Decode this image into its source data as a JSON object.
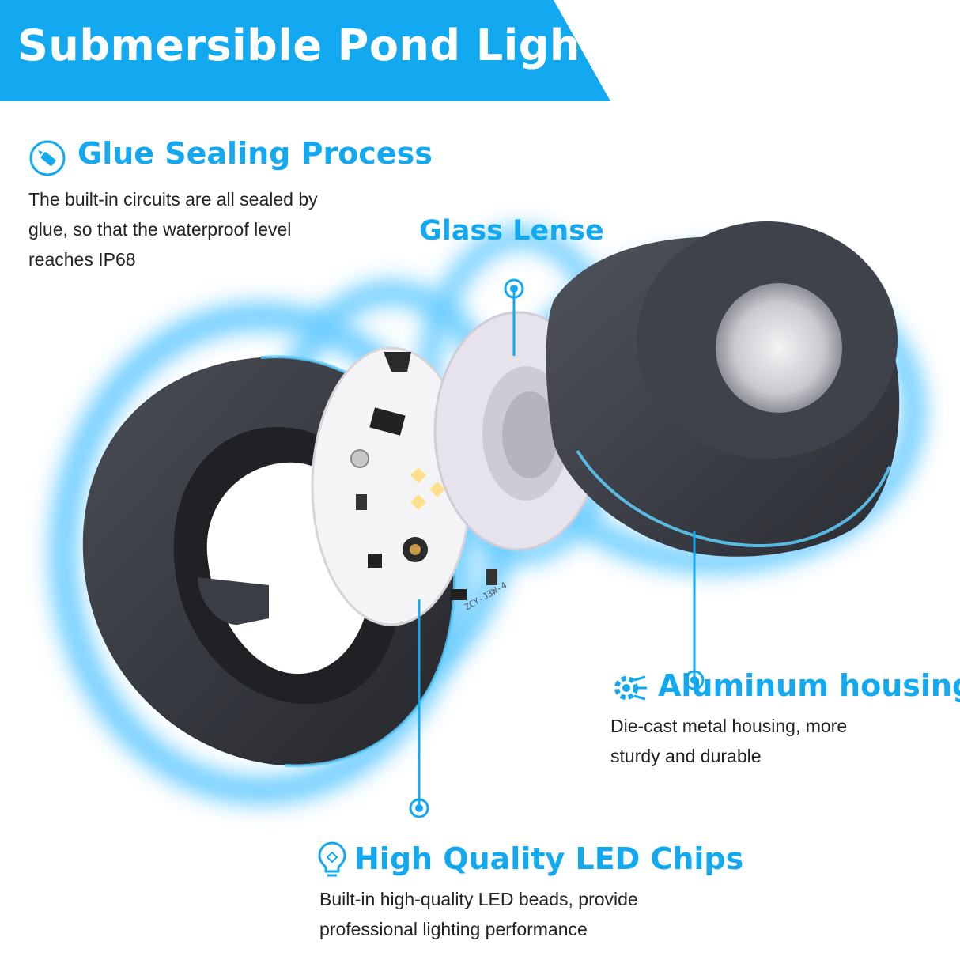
{
  "banner": {
    "title": "Submersible Pond Lights"
  },
  "features": {
    "glue": {
      "icon": "glue-bottle-icon",
      "title": "Glue Sealing Process",
      "lines": [
        "The built-in circuits are all sealed by",
        "glue, so that the waterproof level",
        "reaches IP68"
      ]
    },
    "lens": {
      "title": "Glass Lense"
    },
    "housing": {
      "icon": "gear-circuit-icon",
      "title": "Aluminum housing",
      "lines": [
        "Die-cast metal housing, more",
        "sturdy and durable"
      ]
    },
    "chips": {
      "icon": "lightbulb-icon",
      "title": "High Quality LED Chips",
      "lines": [
        "Built-in high-quality LED beads, provide",
        "professional lighting performance"
      ]
    }
  },
  "pcb": {
    "label": "ZCY-J3W-4"
  },
  "colors": {
    "accent": "#12a9f0",
    "housing": "#3a3d44",
    "glow": "#4fc3ff"
  }
}
